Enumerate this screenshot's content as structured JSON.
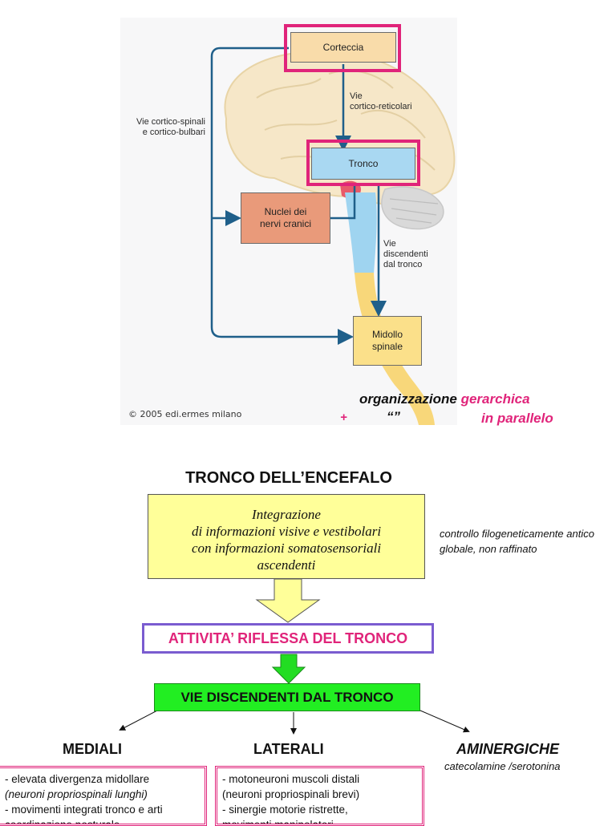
{
  "top_figure": {
    "boxes": {
      "corteccia": "Corteccia",
      "tronco": "Tronco",
      "nuclei_line1": "Nuclei dei",
      "nuclei_line2": "nervi cranici",
      "midollo_line1": "Midollo",
      "midollo_line2": "spinale"
    },
    "labels": {
      "cortico_reticolari_1": "Vie",
      "cortico_reticolari_2": "cortico-reticolari",
      "cortico_spinali_1": "Vie cortico-spinali",
      "cortico_spinali_2": "e cortico-bulbari",
      "discendenti_1": "Vie",
      "discendenti_2": "discendenti",
      "discendenti_3": "dal tronco"
    },
    "copyright": "© 2005 edi.ermes milano",
    "colors": {
      "highlight": "#e0247a",
      "arrow": "#1f5f8a",
      "corteccia_fill": "#f9dcaa",
      "tronco_fill": "#a9d8f2",
      "nuclei_fill": "#e99a7a",
      "midollo_fill": "#fbe08a"
    }
  },
  "organization": {
    "line1_black": "organizzazione",
    "line1_pink": "gerarchica",
    "line2_plus": "+",
    "line2_quotes": "“”",
    "line2_pink": "in parallelo"
  },
  "diagram": {
    "title": "TRONCO DELL’ENCEFALO",
    "integration_lines": [
      "Integrazione",
      "di informazioni visive e vestibolari",
      "con informazioni somatosensoriali",
      "ascendenti"
    ],
    "side_note_line1": "controllo filogeneticamente antico",
    "side_note_line2": "globale, non raffinato",
    "reflex": "ATTIVITA’ RIFLESSA DEL TRONCO",
    "vie": "VIE DISCENDENTI DAL TRONCO",
    "columns": {
      "mediali": "MEDIALI",
      "laterali": "LATERALI",
      "aminergiche": "AMINERGICHE",
      "aminergiche_sub": "catecolamine /serotonina"
    },
    "mediali_items": [
      "-   elevata divergenza midollare",
      "     (neuroni propriospinali lunghi)",
      "-   movimenti integrati tronco e arti",
      "     coordinazione posturale"
    ],
    "laterali_items": [
      "- motoneuroni muscoli distali",
      "  (neuroni propriospinali brevi)",
      "- sinergie motorie ristrette,",
      "  movimenti manipolatori"
    ],
    "colors": {
      "yellow_box": "#ffff99",
      "reflex_border": "#7a5cd0",
      "reflex_text": "#e0247a",
      "vie_fill": "#22ee22",
      "green_arrow": "#22dd22"
    }
  }
}
